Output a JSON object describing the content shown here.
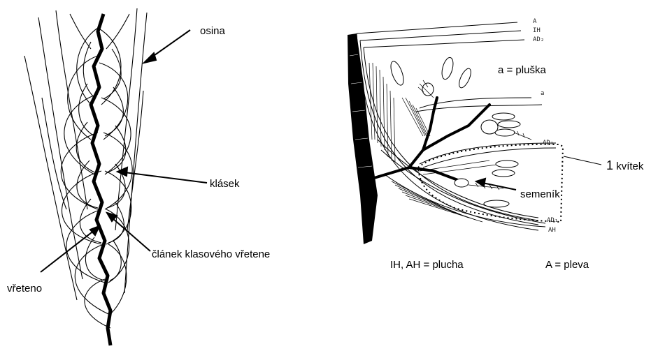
{
  "left_diagram": {
    "labels": {
      "osina": "osina",
      "klasek": "klásek",
      "clanek": "článek klasového vřetene",
      "vreteno": "vřeteno"
    }
  },
  "right_diagram": {
    "small_labels": {
      "A": "A",
      "IH": "IH",
      "AD2": "AD₂",
      "a": "a",
      "AD1": "AD₁",
      "AD1b": "AD₁",
      "AH": "AH"
    },
    "labels": {
      "a_pluska": "a = pluška",
      "kvitek_num": "1",
      "kvitek": "kvítek",
      "semenik": "semeník",
      "plucha": "IH, AH = plucha",
      "pleva": "A = pleva"
    }
  },
  "colors": {
    "ink": "#000000",
    "background": "#ffffff"
  }
}
